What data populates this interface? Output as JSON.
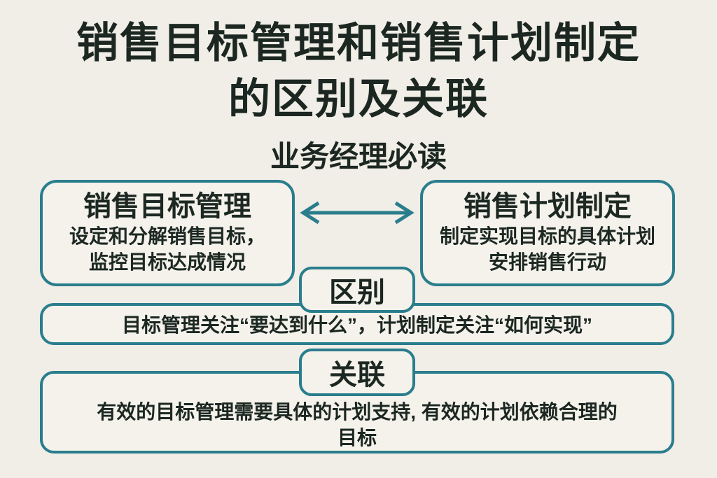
{
  "header": {
    "title_line1": "销售目标管理和销售计划制定",
    "title_line2": "的区别及关联",
    "subtitle": "业务经理必读"
  },
  "concept_cards": {
    "left": {
      "title": "销售目标管理",
      "desc_line1": "设定和分解销售目标，",
      "desc_line2": "监控目标达成情况"
    },
    "right": {
      "title": "销售计划制定",
      "desc_line1": "制定实现目标的具体计划",
      "desc_line2": "安排销售行动"
    }
  },
  "relation": {
    "arrow_icon": "double-headed-arrow"
  },
  "difference_section": {
    "label": "区别",
    "text": "目标管理关注“要达到什么”，计划制定关注“如何实现”"
  },
  "connection_section": {
    "label": "关联",
    "text_line1": "有效的目标管理需要具体的计划支持, 有效的计划依赖合理的",
    "text_line2": "目标"
  },
  "colors": {
    "background": "#f0eee7",
    "card_fill": "#f4f2eb",
    "border_teal": "#2a7d8c",
    "text_dark": "#1c2722"
  }
}
